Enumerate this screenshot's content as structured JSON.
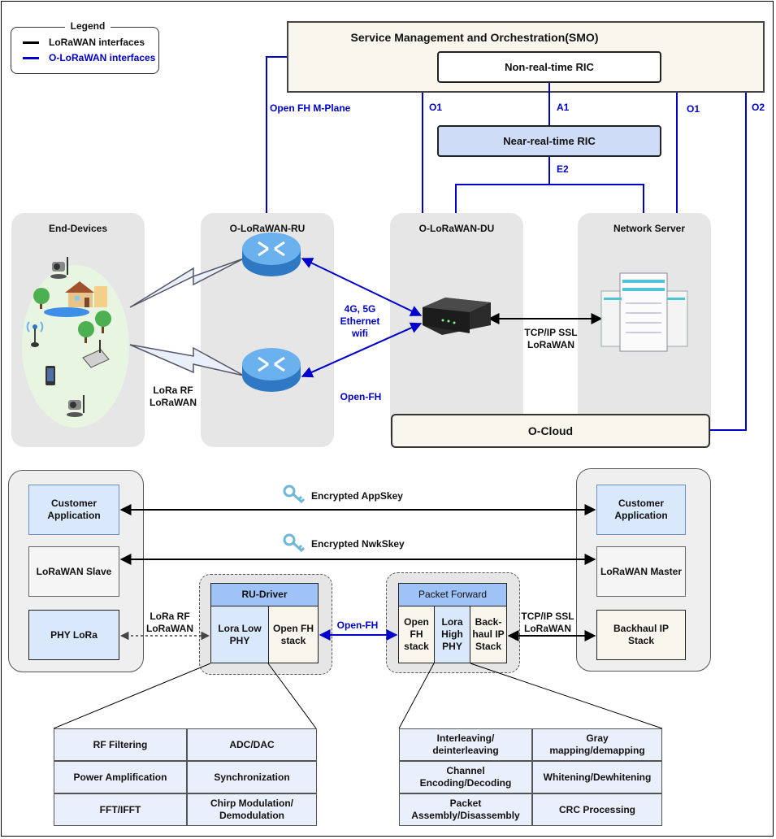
{
  "legend": {
    "title": "Legend",
    "items": [
      {
        "label": "LoRaWAN interfaces",
        "color": "#000000"
      },
      {
        "label": "O-LoRaWAN interfaces",
        "color": "#0000cc"
      }
    ]
  },
  "smo": {
    "title": "Service Management and Orchestration(SMO)",
    "non_rt_ric": "Non-real-time RIC"
  },
  "near_rt_ric": "Near-real-time RIC",
  "interfaces": {
    "open_fh_mplane": "Open FH M-Plane",
    "o1_left": "O1",
    "a1": "A1",
    "o1_right": "O1",
    "o2": "O2",
    "e2": "E2",
    "radio_link": [
      "4G, 5G",
      "Ethernet",
      "wifi"
    ],
    "open_fh": "Open-FH",
    "lora_rf": [
      "LoRa RF",
      "LoRaWAN"
    ],
    "tcpip": [
      "TCP/IP SSL",
      "LoRaWAN"
    ]
  },
  "columns": {
    "end_devices": "End-Devices",
    "ru": "O-LoRaWAN-RU",
    "du": "O-LoRaWAN-DU",
    "network_server": "Network Server"
  },
  "o_cloud": "O-Cloud",
  "stack": {
    "left": {
      "customer_app": [
        "Customer",
        "Application"
      ],
      "lorawan_slave": "LoRaWAN Slave",
      "phy_lora": "PHY LoRa"
    },
    "right": {
      "customer_app": [
        "Customer",
        "Application"
      ],
      "lorawan_master": "LoRaWAN Master",
      "backhaul": [
        "Backhaul IP",
        "Stack"
      ]
    },
    "encrypted_app": "Encrypted AppSkey",
    "encrypted_nwk": "Encrypted NwkSkey",
    "lora_rf": [
      "LoRa RF",
      "LoRaWAN"
    ],
    "open_fh": "Open-FH",
    "tcpip": [
      "TCP/IP SSL",
      "LoRaWAN"
    ],
    "ru_driver": {
      "title": "RU-Driver",
      "low_phy": [
        "Lora Low",
        "PHY"
      ],
      "open_fh_stack": [
        "Open FH",
        "stack"
      ]
    },
    "packet_forward": {
      "title": "Packet Forward",
      "open_fh_stack": [
        "Open",
        "FH",
        "stack"
      ],
      "high_phy": [
        "Lora",
        "High",
        "PHY"
      ],
      "backhaul": [
        "Back-",
        "haul IP",
        "Stack"
      ]
    }
  },
  "ru_functions": [
    [
      "RF Filtering"
    ],
    [
      "ADC/DAC"
    ],
    [
      "Power Amplification"
    ],
    [
      "Synchronization"
    ],
    [
      "FFT/IFFT"
    ],
    [
      "Chirp Modulation/",
      "Demodulation"
    ]
  ],
  "du_functions": [
    [
      "Interleaving/",
      "deinterleaving"
    ],
    [
      "Gray",
      "mapping/demapping"
    ],
    [
      "Channel",
      "Encoding/Decoding"
    ],
    [
      "Whitening/Dewhitening"
    ],
    [
      "Packet",
      "Assembly/Disassembly"
    ],
    [
      "CRC Processing"
    ]
  ],
  "icons": [
    "router-icon",
    "server-icon",
    "gateway-box-icon",
    "key-icon",
    "camera-icon",
    "house-icon",
    "tree-icon",
    "antenna-icon",
    "phone-icon"
  ]
}
